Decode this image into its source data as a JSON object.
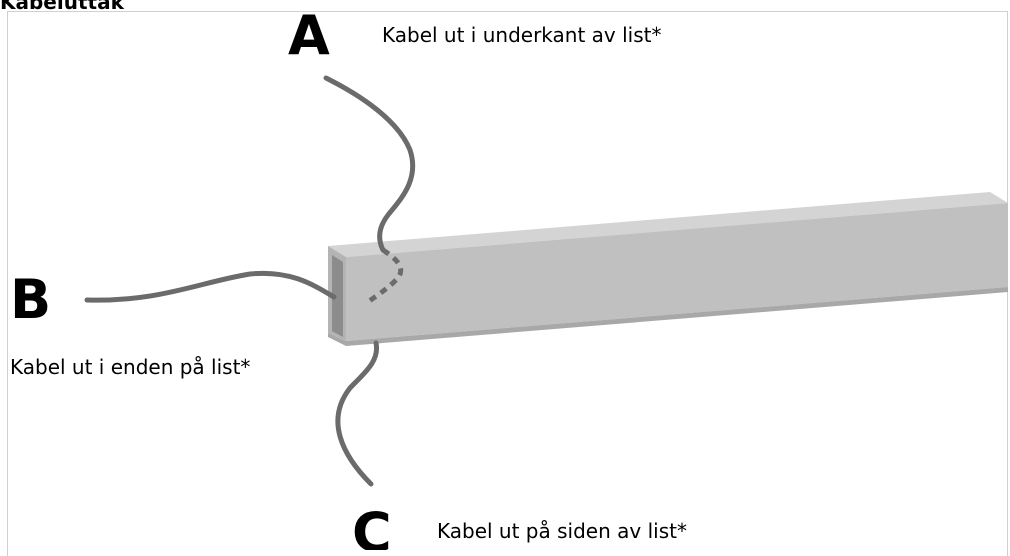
{
  "title": "Kabeluttak",
  "options": [
    {
      "letter": "A",
      "caption": "Kabel ut i underkant av list*"
    },
    {
      "letter": "B",
      "caption": "Kabel ut i enden på list*"
    },
    {
      "letter": "C",
      "caption": "Kabel ut på siden av list*"
    }
  ],
  "colors": {
    "cable": "#6b6b6b",
    "rail_face": "#c0c0c0",
    "rail_top": "#d4d4d4",
    "rail_end": "#8c8c8c",
    "text": "#000000"
  }
}
